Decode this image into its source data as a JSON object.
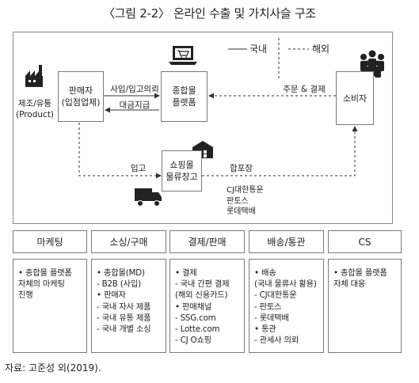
{
  "title": "〈그림 2-2〉 온라인 수출 및 가치사슬 구조",
  "legend": {
    "domestic": "국내",
    "overseas": "해외"
  },
  "nodes": {
    "manufacturer": "제조/유통\n(Product)",
    "seller": "판매자\n(입점업체)",
    "platform": "종합몰\n플랫폼",
    "consumer": "소비자",
    "warehouse": "쇼핑몰\n물류창고"
  },
  "labels": {
    "purchase": "사입/입고의뢰",
    "payment": "대금지급",
    "order": "주문 & 결제",
    "inbound": "입고",
    "packing": "합포장",
    "carriers": "CJ대한통운\n판토스\n롯데택배"
  },
  "table": {
    "columns": [
      {
        "header": "마케팅",
        "items": [
          "• 종합몰 플랫폼\n  자체의 마케팅\n  진행"
        ]
      },
      {
        "header": "소싱/구매",
        "items": [
          "• 종합몰(MD)",
          "- B2B (사입)",
          "• 판매자",
          "- 국내 자사 제품",
          "- 국내 유통 제품",
          "- 국내 개별 소싱"
        ]
      },
      {
        "header": "결제/판매",
        "items": [
          "• 결제",
          "- 국내 간편 결제",
          "(해외 신용카드)",
          "• 판매채널",
          "- SSG.com",
          "- Lotte.com",
          "- CJ O쇼핑"
        ]
      },
      {
        "header": "배송/통관",
        "items": [
          "• 배송",
          "(국내 물류사 활용)",
          "- CJ대한통운",
          "- 판토스",
          "- 롯데택배",
          "• 통관",
          "- 관세사 의뢰"
        ]
      },
      {
        "header": "CS",
        "items": [
          "• 종합몰 플랫폼\n  자체 대응"
        ]
      }
    ]
  },
  "source": "자료: 고준성 외(2019).",
  "icons": [
    "factory-icon",
    "laptop-cart-icon",
    "people-icon",
    "warehouse-icon",
    "truck-icon"
  ]
}
